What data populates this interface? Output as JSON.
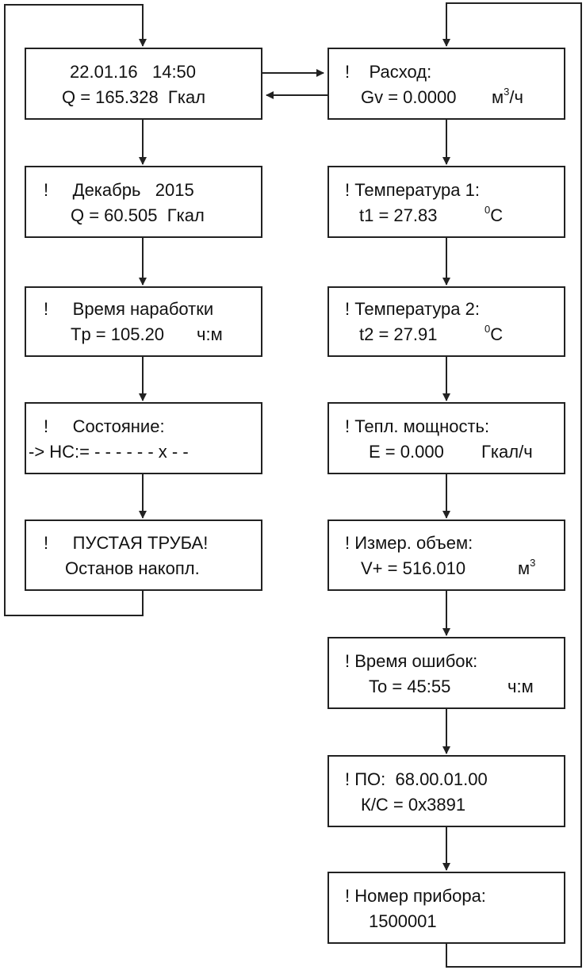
{
  "left_screens": [
    {
      "id": "date-total",
      "line1": "22.01.16   14:50",
      "line2": "Q = 165.328  Гкал"
    },
    {
      "id": "month",
      "line1": "!     Декабрь   2015",
      "line2": "Q = 60.505  Гкал"
    },
    {
      "id": "runtime",
      "line1": "!     Время наработки",
      "line2_value": "Tp = 105.20",
      "line2_unit": "ч:м"
    },
    {
      "id": "status",
      "line1": "!     Состояние:",
      "line2": "-> НС:= - - - - - - x - -"
    },
    {
      "id": "empty-pipe",
      "line1": "!     ПУСТАЯ ТРУБА!",
      "line2": "Останов накопл."
    }
  ],
  "right_screens": [
    {
      "id": "flow",
      "line1": "!    Расход:",
      "line2_value": "Gv = 0.0000",
      "line2_unit_base": "м",
      "line2_unit_sup": "3",
      "line2_unit_tail": "/ч"
    },
    {
      "id": "temp1",
      "line1": "! Температура 1:",
      "line2_value": "t1 = 27.83",
      "line2_unit_sup": "0",
      "line2_unit_base": "С"
    },
    {
      "id": "temp2",
      "line1": "! Температура 2:",
      "line2_value": "t2 = 27.91",
      "line2_unit_sup": "0",
      "line2_unit_base": "С"
    },
    {
      "id": "power",
      "line1": "! Тепл. мощность:",
      "line2_value": "E = 0.000",
      "line2_unit": "Гкал/ч"
    },
    {
      "id": "volume",
      "line1": "! Измер. объем:",
      "line2_value": "V+ = 516.010",
      "line2_unit_base": "м",
      "line2_unit_sup": "3"
    },
    {
      "id": "error-time",
      "line1": "! Время ошибок:",
      "line2_value": "To = 45:55",
      "line2_unit": "ч:м"
    },
    {
      "id": "firmware",
      "line1": "! ПО:  68.00.01.00",
      "line2": "К/С = 0x3891"
    },
    {
      "id": "device-number",
      "line1": "! Номер прибора:",
      "line2": "1500001"
    }
  ],
  "colors": {
    "line": "#222222",
    "background": "#ffffff"
  }
}
